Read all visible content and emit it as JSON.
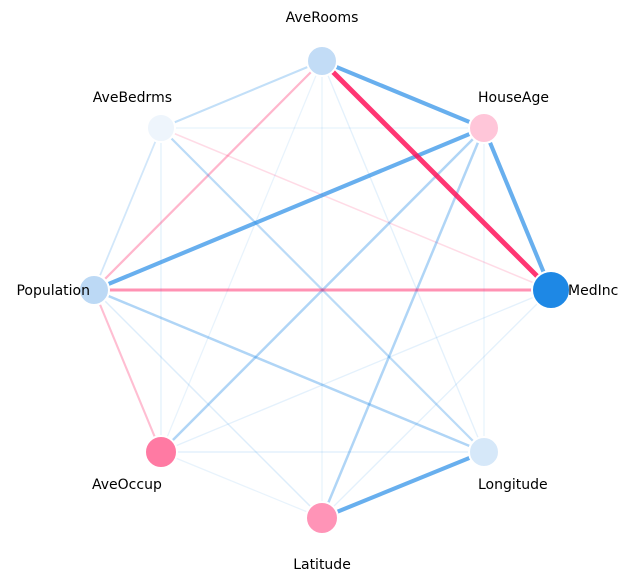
{
  "nodes": [
    {
      "id": "MedInc",
      "label": "MedInc",
      "color": "#1e88e5"
    },
    {
      "id": "HouseAge",
      "label": "HouseAge",
      "color": "#ffc6d9"
    },
    {
      "id": "AveRooms",
      "label": "AveRooms",
      "color": "#c2dcf6"
    },
    {
      "id": "AveBedrms",
      "label": "AveBedrms",
      "color": "#eef5fc"
    },
    {
      "id": "Population",
      "label": "Population",
      "color": "#bcd9f5"
    },
    {
      "id": "AveOccup",
      "label": "AveOccup",
      "color": "#ff7aa3"
    },
    {
      "id": "Latitude",
      "label": "Latitude",
      "color": "#ff94b7"
    },
    {
      "id": "Longitude",
      "label": "Longitude",
      "color": "#d6e8f9"
    }
  ],
  "edges": [
    {
      "source": "AveRooms",
      "target": "MedInc",
      "color": "#ff0d57",
      "strength": 0.78
    },
    {
      "source": "AveRooms",
      "target": "HouseAge",
      "color": "#1e88e5",
      "strength": 0.62
    },
    {
      "source": "HouseAge",
      "target": "MedInc",
      "color": "#1e88e5",
      "strength": 0.62
    },
    {
      "source": "HouseAge",
      "target": "Population",
      "color": "#1e88e5",
      "strength": 0.62
    },
    {
      "source": "Latitude",
      "target": "Longitude",
      "color": "#1e88e5",
      "strength": 0.62
    },
    {
      "source": "Population",
      "target": "MedInc",
      "color": "#ff0d57",
      "strength": 0.4
    },
    {
      "source": "HouseAge",
      "target": "AveOccup",
      "color": "#1e88e5",
      "strength": 0.3
    },
    {
      "source": "HouseAge",
      "target": "Latitude",
      "color": "#1e88e5",
      "strength": 0.3
    },
    {
      "source": "Population",
      "target": "Longitude",
      "color": "#1e88e5",
      "strength": 0.3
    },
    {
      "source": "AveRooms",
      "target": "Population",
      "color": "#ff0d57",
      "strength": 0.25
    },
    {
      "source": "AveBedrms",
      "target": "Longitude",
      "color": "#1e88e5",
      "strength": 0.25
    },
    {
      "source": "AveRooms",
      "target": "AveBedrms",
      "color": "#1e88e5",
      "strength": 0.22
    },
    {
      "source": "Population",
      "target": "AveOccup",
      "color": "#ff0d57",
      "strength": 0.22
    },
    {
      "source": "AveBedrms",
      "target": "Population",
      "color": "#1e88e5",
      "strength": 0.15
    },
    {
      "source": "AveBedrms",
      "target": "MedInc",
      "color": "#ff0d57",
      "strength": 0.1
    },
    {
      "source": "Population",
      "target": "Latitude",
      "color": "#1e88e5",
      "strength": 0.1
    },
    {
      "source": "AveOccup",
      "target": "Longitude",
      "color": "#1e88e5",
      "strength": 0.08
    },
    {
      "source": "AveBedrms",
      "target": "AveOccup",
      "color": "#1e88e5",
      "strength": 0.07
    },
    {
      "source": "AveRooms",
      "target": "Longitude",
      "color": "#1e88e5",
      "strength": 0.07
    },
    {
      "source": "AveOccup",
      "target": "MedInc",
      "color": "#1e88e5",
      "strength": 0.07
    },
    {
      "source": "Latitude",
      "target": "MedInc",
      "color": "#1e88e5",
      "strength": 0.07
    },
    {
      "source": "AveRooms",
      "target": "Latitude",
      "color": "#1e88e5",
      "strength": 0.05
    },
    {
      "source": "AveOccup",
      "target": "Latitude",
      "color": "#1e88e5",
      "strength": 0.05
    },
    {
      "source": "HouseAge",
      "target": "Longitude",
      "color": "#1e88e5",
      "strength": 0.05
    },
    {
      "source": "HouseAge",
      "target": "AveBedrms",
      "color": "#1e88e5",
      "strength": 0.05
    },
    {
      "source": "AveRooms",
      "target": "AveOccup",
      "color": "#1e88e5",
      "strength": 0.05
    }
  ]
}
